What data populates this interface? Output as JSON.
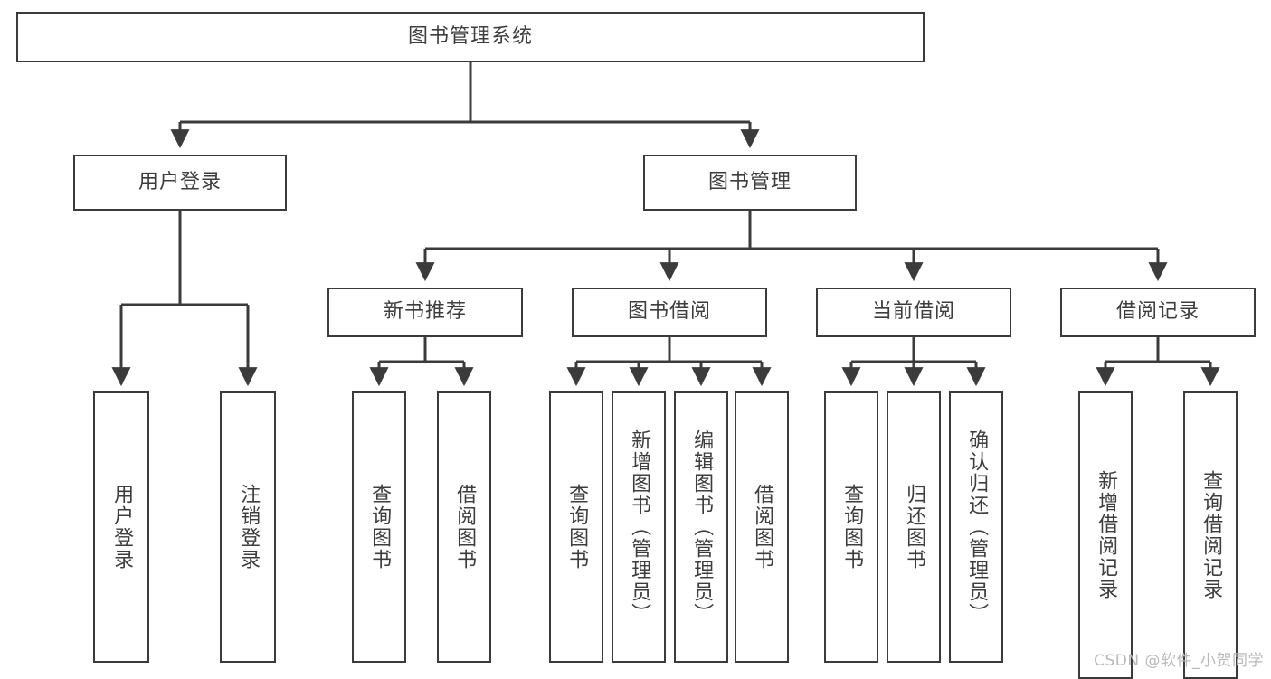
{
  "diagram": {
    "kind": "tree-hierarchy",
    "title_node": {
      "id": "root",
      "label": "图书管理系统"
    },
    "level2": [
      {
        "id": "user-login",
        "label": "用户登录"
      },
      {
        "id": "book-manage",
        "label": "图书管理"
      }
    ],
    "level3": [
      {
        "id": "new-book-recommend",
        "label": "新书推荐",
        "parent": "book-manage"
      },
      {
        "id": "book-borrow",
        "label": "图书借阅",
        "parent": "book-manage"
      },
      {
        "id": "current-borrow",
        "label": "当前借阅",
        "parent": "book-manage"
      },
      {
        "id": "borrow-record",
        "label": "借阅记录",
        "parent": "book-manage"
      }
    ],
    "leaves": [
      {
        "id": "leaf-user-login",
        "label": "用户登录",
        "parent": "user-login"
      },
      {
        "id": "leaf-logout",
        "label": "注销登录",
        "parent": "user-login"
      },
      {
        "id": "leaf-query-book-1",
        "label": "查询图书",
        "parent": "new-book-recommend"
      },
      {
        "id": "leaf-borrow-book-1",
        "label": "借阅图书",
        "parent": "new-book-recommend"
      },
      {
        "id": "leaf-query-book-2",
        "label": "查询图书",
        "parent": "book-borrow"
      },
      {
        "id": "leaf-add-book",
        "label": "新增图书（管理员）",
        "parent": "book-borrow"
      },
      {
        "id": "leaf-edit-book",
        "label": "编辑图书（管理员）",
        "parent": "book-borrow"
      },
      {
        "id": "leaf-borrow-book-2",
        "label": "借阅图书",
        "parent": "book-borrow"
      },
      {
        "id": "leaf-query-book-3",
        "label": "查询图书",
        "parent": "current-borrow"
      },
      {
        "id": "leaf-return-book",
        "label": "归还图书",
        "parent": "current-borrow"
      },
      {
        "id": "leaf-confirm-return",
        "label": "确认归还（管理员）",
        "parent": "current-borrow"
      },
      {
        "id": "leaf-add-record",
        "label": "新增借阅记录",
        "parent": "borrow-record"
      },
      {
        "id": "leaf-query-record",
        "label": "查询借阅记录",
        "parent": "borrow-record"
      }
    ],
    "colors": {
      "stroke": "#3b3b3b",
      "fill": "#ffffff",
      "text": "#3d3d3d",
      "watermark": "#b9b9b9"
    }
  },
  "watermark": {
    "text": "CSDN @软件_小贺同学"
  }
}
